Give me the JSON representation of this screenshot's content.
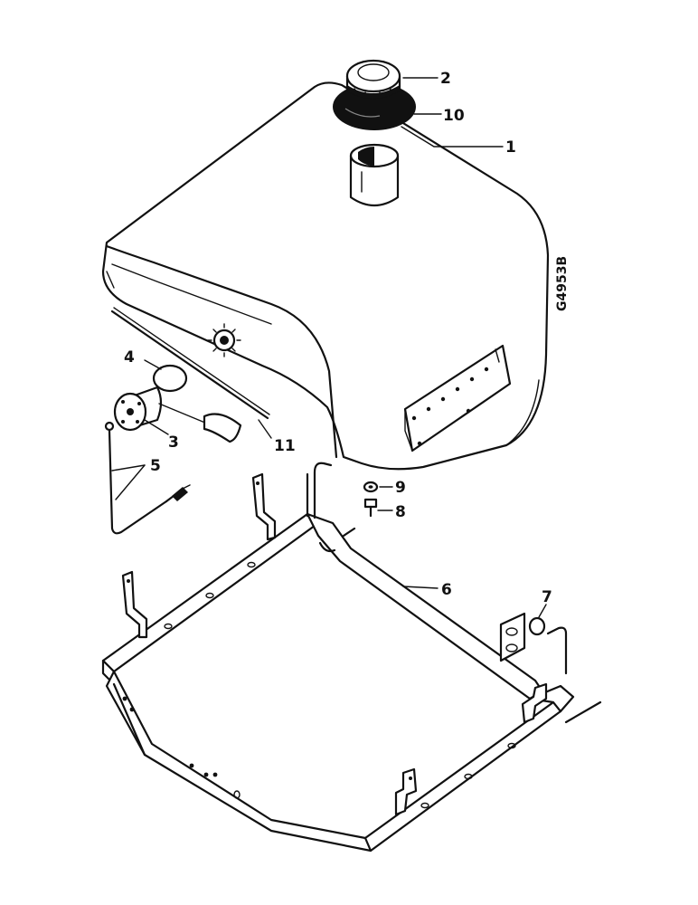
{
  "drawing": {
    "id_code": "G4953B",
    "colors": {
      "ink": "#111111",
      "paper": "#ffffff"
    }
  },
  "callouts": [
    {
      "number": "1",
      "part": "fuel-tank"
    },
    {
      "number": "2",
      "part": "filler-cap"
    },
    {
      "number": "3",
      "part": "sender-unit"
    },
    {
      "number": "4",
      "part": "sender-gasket"
    },
    {
      "number": "5",
      "part": "sender-wire"
    },
    {
      "number": "6",
      "part": "tank-support-frame"
    },
    {
      "number": "7",
      "part": "washer"
    },
    {
      "number": "8",
      "part": "bolt"
    },
    {
      "number": "9",
      "part": "lock-washer"
    },
    {
      "number": "10",
      "part": "cap-gasket"
    },
    {
      "number": "11",
      "part": "tank-strap"
    }
  ]
}
